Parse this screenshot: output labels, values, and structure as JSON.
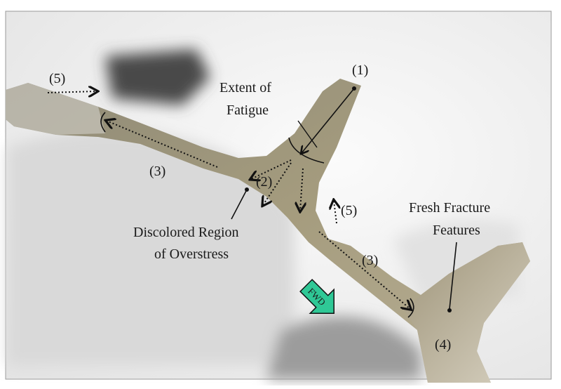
{
  "figure": {
    "labels": {
      "extent_line1": "Extent of",
      "extent_line2": "Fatigue",
      "marker_1": "(1)",
      "marker_2": "(2)",
      "marker_3_left": "(3)",
      "marker_3_right": "(3)",
      "marker_4": "(4)",
      "marker_5_left": "(5)",
      "marker_5_right": "(5)",
      "discolored_line1": "Discolored Region",
      "discolored_line2": "of Overstress",
      "fresh_line1": "Fresh Fracture",
      "fresh_line2": "Features",
      "direction_arrow": "FWD"
    },
    "colors": {
      "background": "#f2f2f2",
      "metal": "#a39a7c",
      "metal_light": "#cfc8b4",
      "shadow": "#8a8a8a",
      "arrow_green": "#2fc896",
      "annotation": "#111111",
      "frame": "#9a9a9a"
    }
  }
}
